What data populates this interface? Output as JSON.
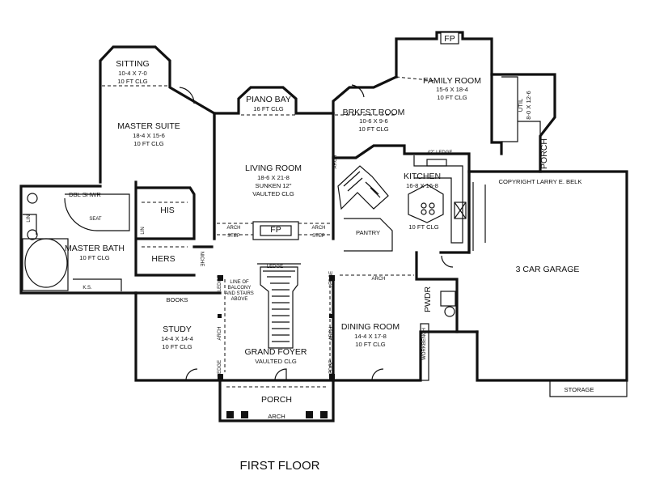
{
  "floor_title": "FIRST FLOOR",
  "copyright": "COPYRIGHT LARRY E. BELK",
  "rooms": {
    "sitting": {
      "name": "SITTING",
      "dims": "10-4 X 7-0",
      "clg": "10 FT CLG"
    },
    "master_suite": {
      "name": "MASTER SUITE",
      "dims": "18-4 X 15-6",
      "clg": "10 FT CLG"
    },
    "piano_bay": {
      "name": "PIANO BAY",
      "clg": "16 FT CLG"
    },
    "living_room": {
      "name": "LIVING ROOM",
      "dims": "18-6 X 21-8",
      "note": "SUNKEN 12\"",
      "clg": "VAULTED CLG"
    },
    "brkfst_room": {
      "name": "BRKFST ROOM",
      "dims": "10-6 X 9-6",
      "clg": "10 FT CLG"
    },
    "family_room": {
      "name": "FAMILY ROOM",
      "dims": "15-6 X 18-4",
      "clg": "10 FT CLG"
    },
    "util": {
      "name": "UTIL",
      "dims": "8-0 X 12-6"
    },
    "kitchen": {
      "name": "KITCHEN",
      "dims": "16-8 X 16-8",
      "clg": "10 FT CLG"
    },
    "pantry": {
      "name": "PANTRY"
    },
    "master_bath": {
      "name": "MASTER BATH",
      "clg": "10 FT CLG"
    },
    "his": {
      "name": "HIS"
    },
    "hers": {
      "name": "HERS"
    },
    "study": {
      "name": "STUDY",
      "dims": "14-4 X 14-4",
      "clg": "10 FT CLG"
    },
    "grand_foyer": {
      "name": "GRAND FOYER",
      "clg": "VAULTED CLG"
    },
    "dining_room": {
      "name": "DINING ROOM",
      "dims": "14-4 X 17-8",
      "clg": "10 FT CLG"
    },
    "garage": {
      "name": "3 CAR GARAGE"
    },
    "pwdr": {
      "name": "PWDR"
    },
    "porch_front": {
      "name": "PORCH"
    },
    "porch_side": {
      "name": "PORCH"
    },
    "storage": {
      "name": "STORAGE"
    }
  },
  "labels": {
    "fp_family": "FP",
    "fp_living": "FP",
    "arch": "ARCH",
    "step": "STEP",
    "ledge": "LEDGE",
    "ledge_42": "42\" LEDGE",
    "books": "BOOKS",
    "dbl_shwr": "DBL SHWR",
    "seat": "SEAT",
    "lin": "LIN",
    "ks": "K.S.",
    "balcony_1": "LINE OF",
    "balcony_2": "BALCONY",
    "balcony_3": "AND STAIRS",
    "balcony_4": "ABOVE",
    "niche": "NICHE",
    "workbench": "WORKBENCH"
  }
}
